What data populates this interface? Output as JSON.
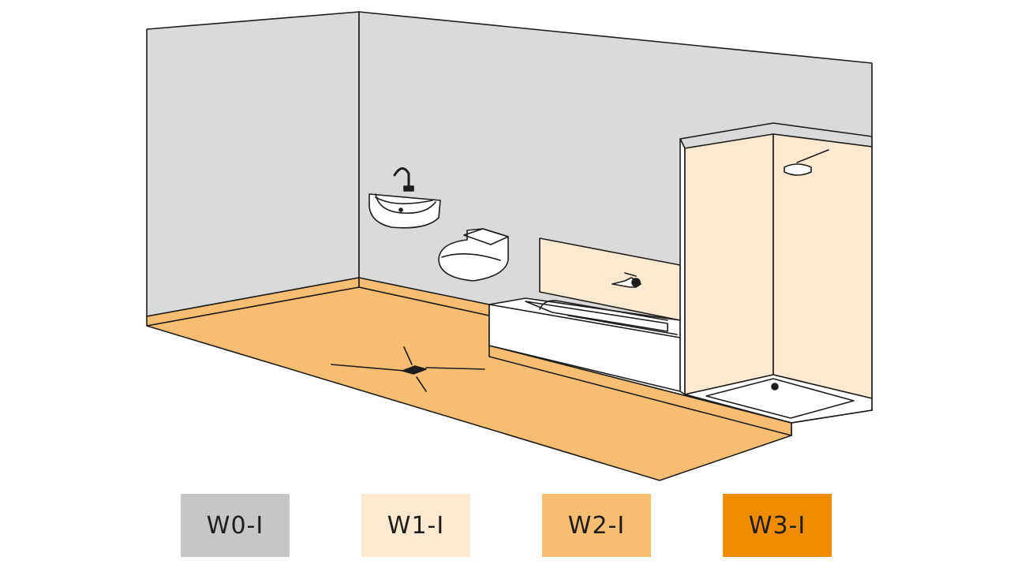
{
  "colors": {
    "w0": "#c6c6c7",
    "w1": "#fde9cf",
    "w2": "#f7bd72",
    "w3": "#ef8c00",
    "wall_grey": "#dadadb",
    "floor": "#f7bd72",
    "outline": "#1d1d1b"
  },
  "legend": [
    {
      "label": "W0-I",
      "color": "#c6c6c7"
    },
    {
      "label": "W1-I",
      "color": "#fde9cf"
    },
    {
      "label": "W2-I",
      "color": "#f7bd72"
    },
    {
      "label": "W3-I",
      "color": "#ef8c00"
    }
  ],
  "icons": [
    "washbasin-icon",
    "toilet-icon",
    "bathtub-icon",
    "shower-icon",
    "floor-drain-icon",
    "tap-icon",
    "shower-head-icon"
  ]
}
